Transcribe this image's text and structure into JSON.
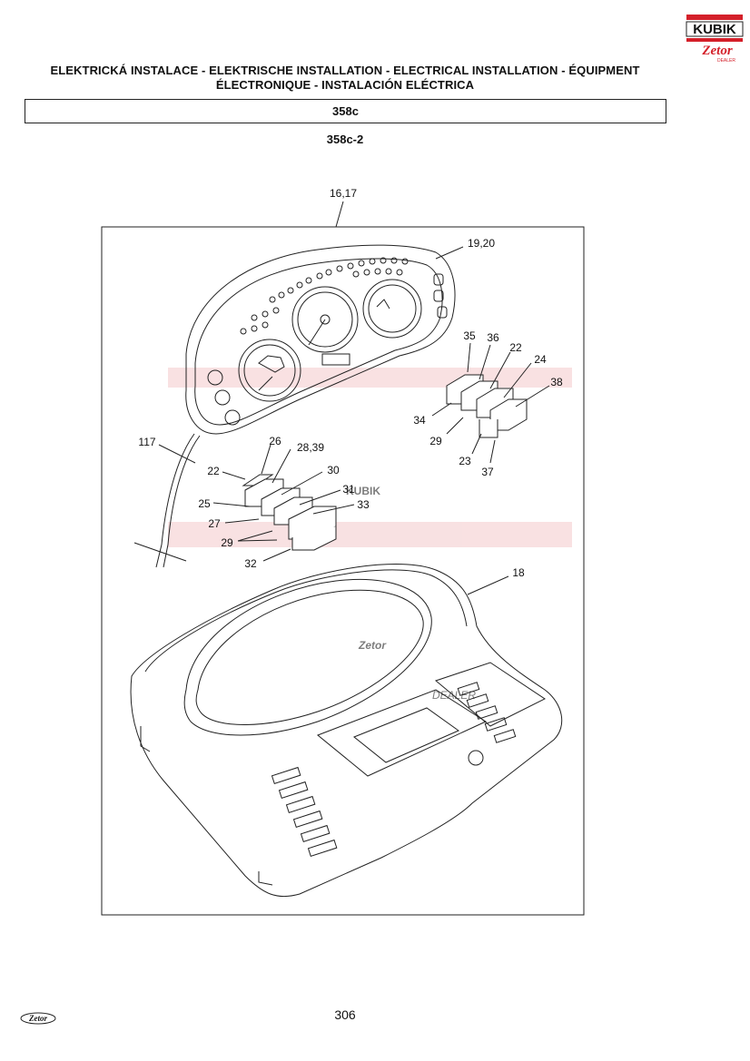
{
  "header": {
    "title_line1": "ELEKTRICKÁ INSTALACE - ELEKTRISCHE INSTALLATION - ELECTRICAL INSTALLATION - ÉQUIPMENT",
    "title_line2": "ÉLECTRONIQUE - INSTALACIÓN ELÉCTRICA",
    "section": "358c",
    "subsection": "358c-2"
  },
  "brand": {
    "dealer_logo_text": "KUBIK",
    "zetor_text": "Zetor",
    "dealer_small": "DEALER",
    "accent_color": "#d4202a",
    "watermark_color": "#f4c9cb"
  },
  "diagram": {
    "part_labels": {
      "p16_17": "16,17",
      "p19_20": "19,20",
      "p35": "35",
      "p36": "36",
      "p22a": "22",
      "p24": "24",
      "p38": "38",
      "p34": "34",
      "p29a": "29",
      "p23": "23",
      "p37": "37",
      "p117": "117",
      "p26": "26",
      "p28_39": "28,39",
      "p22b": "22",
      "p30": "30",
      "p31": "31",
      "p25": "25",
      "p33": "33",
      "p27": "27",
      "p29b": "29",
      "p32": "32",
      "p18": "18"
    }
  },
  "footer": {
    "page_number": "306",
    "logo_text": "Zetor"
  }
}
